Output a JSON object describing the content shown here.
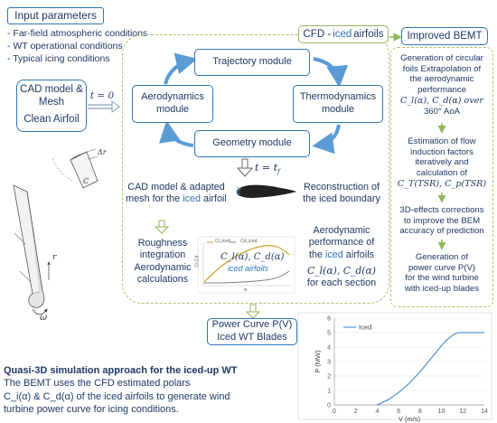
{
  "input_params": {
    "title": "Input parameters",
    "items": [
      "- Far-field atmospheric conditions",
      "- WT operational conditions",
      "- Typical icing conditions"
    ]
  },
  "cad": {
    "title_line1": "CAD model &",
    "title_line2": "Mesh",
    "caption": "Clean Airfoil",
    "t0": "t = 0"
  },
  "cfd_label": {
    "prefix": "CFD - ",
    "highlight": "iced",
    "suffix": " airfoils"
  },
  "modules": {
    "trajectory": "Trajectory module",
    "aerodynamics_line1": "Aerodynamics",
    "aerodynamics_line2": "module",
    "thermodynamics_line1": "Thermodynamics",
    "thermodynamics_line2": "module",
    "geometry": "Geometry module"
  },
  "tf": "t = t",
  "tf_sub": "f",
  "cad_adapted": {
    "line1": "CAD model & adapted",
    "line2_prefix": "mesh for the ",
    "line2_hl": "iced",
    "line2_suffix": " airfoil"
  },
  "reconstruction": {
    "line1": "Reconstruction of",
    "line2": "the iced boundary"
  },
  "roughness": {
    "line1": "Roughness",
    "line2": "integration",
    "line3": "Aerodynamic",
    "line4": "calculations"
  },
  "aero_perf": {
    "line1": "Aerodynamic",
    "line2": "performance of",
    "line3_prefix": "the ",
    "line3_hl": "iced",
    "line3_suffix": " airfoils",
    "line4": "C_l(α), C_d(α)",
    "line5": "for each section"
  },
  "mini_plot": {
    "legend1": "Cl_iced",
    "legend2": "Cd_iced",
    "ylabel": "Cl,Cd",
    "xlabel": "α",
    "formula": "C_l(α), C_d(α)",
    "caption": "iced airfoils"
  },
  "power_curve_box": {
    "line1": "Power Curve P(V)",
    "line2": "Iced WT Blades"
  },
  "bemt": {
    "title": "Improved BEMT",
    "item1": [
      "Generation of circular",
      "foils Extrapolation of",
      "the aerodynamic",
      "performance",
      "C_l(α), C_d(α) over",
      "360° AoA"
    ],
    "item2": [
      "Estimation of flow",
      "induction factors",
      "iteratively and",
      "calculation of",
      "C_T(TSR), C_p(TSR)"
    ],
    "item3": [
      "3D-effects corrections",
      "to improve the BEM",
      "accuracy of prediction"
    ],
    "item4": [
      "Generation of",
      "power curve P(V)",
      "for the wind turbine",
      "with iced-up blades"
    ]
  },
  "quasi3d": {
    "title": "Quasi-3D simulation approach for the iced-up WT",
    "line1": "The BEMT uses the CFD estimated polars",
    "line2": "C_i(α) & C_d(α) of the iced airfoils to generate wind",
    "line3": "turbine power curve for icing conditions."
  },
  "blade_labels": {
    "r": "r",
    "dr": "Δr",
    "c": "C",
    "omega": "ω"
  },
  "chart_data": {
    "type": "line",
    "xlabel": "V (m/s)",
    "ylabel": "P (MW)",
    "xlim": [
      0,
      14
    ],
    "ylim": [
      0,
      6
    ],
    "xticks": [
      0,
      2,
      4,
      6,
      8,
      10,
      12,
      14
    ],
    "yticks": [
      0,
      1,
      2,
      3,
      4,
      5,
      6
    ],
    "series": [
      {
        "name": "Iced",
        "x": [
          4,
          5,
          6,
          7,
          8,
          9,
          10,
          10.5,
          11,
          11.3,
          11.6,
          12,
          13,
          14
        ],
        "y": [
          0.0,
          0.35,
          0.85,
          1.5,
          2.3,
          3.2,
          4.1,
          4.5,
          4.8,
          4.93,
          5.0,
          5.0,
          5.0,
          5.0
        ]
      }
    ],
    "grid": true,
    "legend": "top-left",
    "color": "#5b9bd5"
  }
}
